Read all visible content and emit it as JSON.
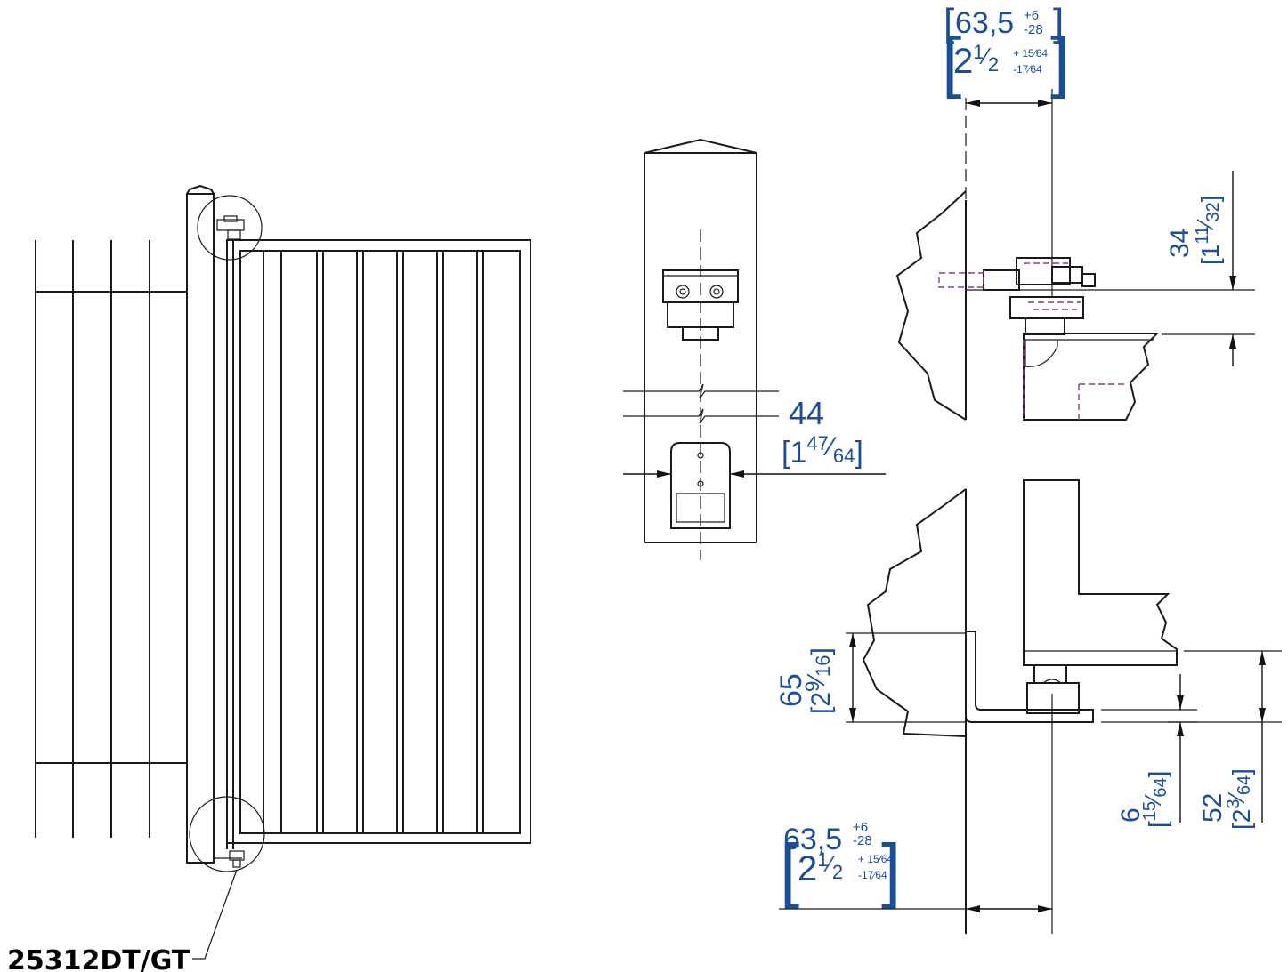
{
  "part_number": "25312DT/GT",
  "colors": {
    "dimension_text": "#1b4e96",
    "hidden_line": "#8a3d84",
    "line": "#1a1a1a"
  },
  "dims": {
    "top_width": {
      "main": "63,5",
      "tol_plus": "+6",
      "tol_minus": "-28",
      "imp_whole": "2",
      "imp_num": "1",
      "imp_den": "2",
      "imp_tol_plus": "+",
      "imp_tol_plus_frac": "15⁄64",
      "imp_tol_minus": "-1",
      "imp_tol_minus_frac": "7⁄64"
    },
    "post_width": {
      "main": "44",
      "imp_whole": "1",
      "imp_num": "47",
      "imp_den": "64"
    },
    "top_height": {
      "main": "34",
      "imp_whole": "1",
      "imp_num": "11",
      "imp_den": "32"
    },
    "bracket_height": {
      "main": "65",
      "imp_whole": "2",
      "imp_num": "9",
      "imp_den": "16"
    },
    "bottom_width": {
      "main": "63,5",
      "tol_plus": "+6",
      "tol_minus": "-28",
      "imp_whole": "2",
      "imp_num": "1",
      "imp_den": "2",
      "imp_tol_plus": "+",
      "imp_tol_plus_frac": "15⁄64",
      "imp_tol_minus": "-1",
      "imp_tol_minus_frac": "7⁄64"
    },
    "plate_thickness": {
      "main": "6",
      "imp_num": "15",
      "imp_den": "64"
    },
    "pivot_height": {
      "main": "52",
      "imp_whole": "2",
      "imp_num": "3",
      "imp_den": "64"
    }
  }
}
